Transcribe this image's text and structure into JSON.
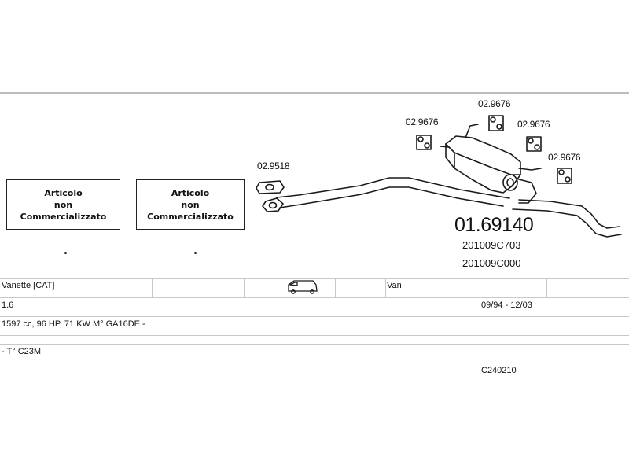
{
  "not_available_boxes": [
    {
      "line1": "Articolo",
      "line2": "non",
      "line3": "Commercializzato"
    },
    {
      "line1": "Articolo",
      "line2": "non",
      "line3": "Commercializzato"
    }
  ],
  "parts": {
    "bracket_front": "02.9518",
    "hanger_1": "02.9676",
    "hanger_2": "02.9676",
    "hanger_3": "02.9676",
    "hanger_4": "02.9676"
  },
  "main_part": {
    "number": "01.69140",
    "oem_1": "201009C703",
    "oem_2": "201009C000"
  },
  "vehicle": {
    "model": "Vanette  [CAT]",
    "body_icon": "van-icon",
    "body_type": "Van",
    "engine": "1.6",
    "years": "09/94 - 12/03",
    "specs": "1597 cc, 96 HP, 71 KW M° GA16DE -",
    "type_code": "- T° C23M",
    "catalog_code": "C240210"
  }
}
